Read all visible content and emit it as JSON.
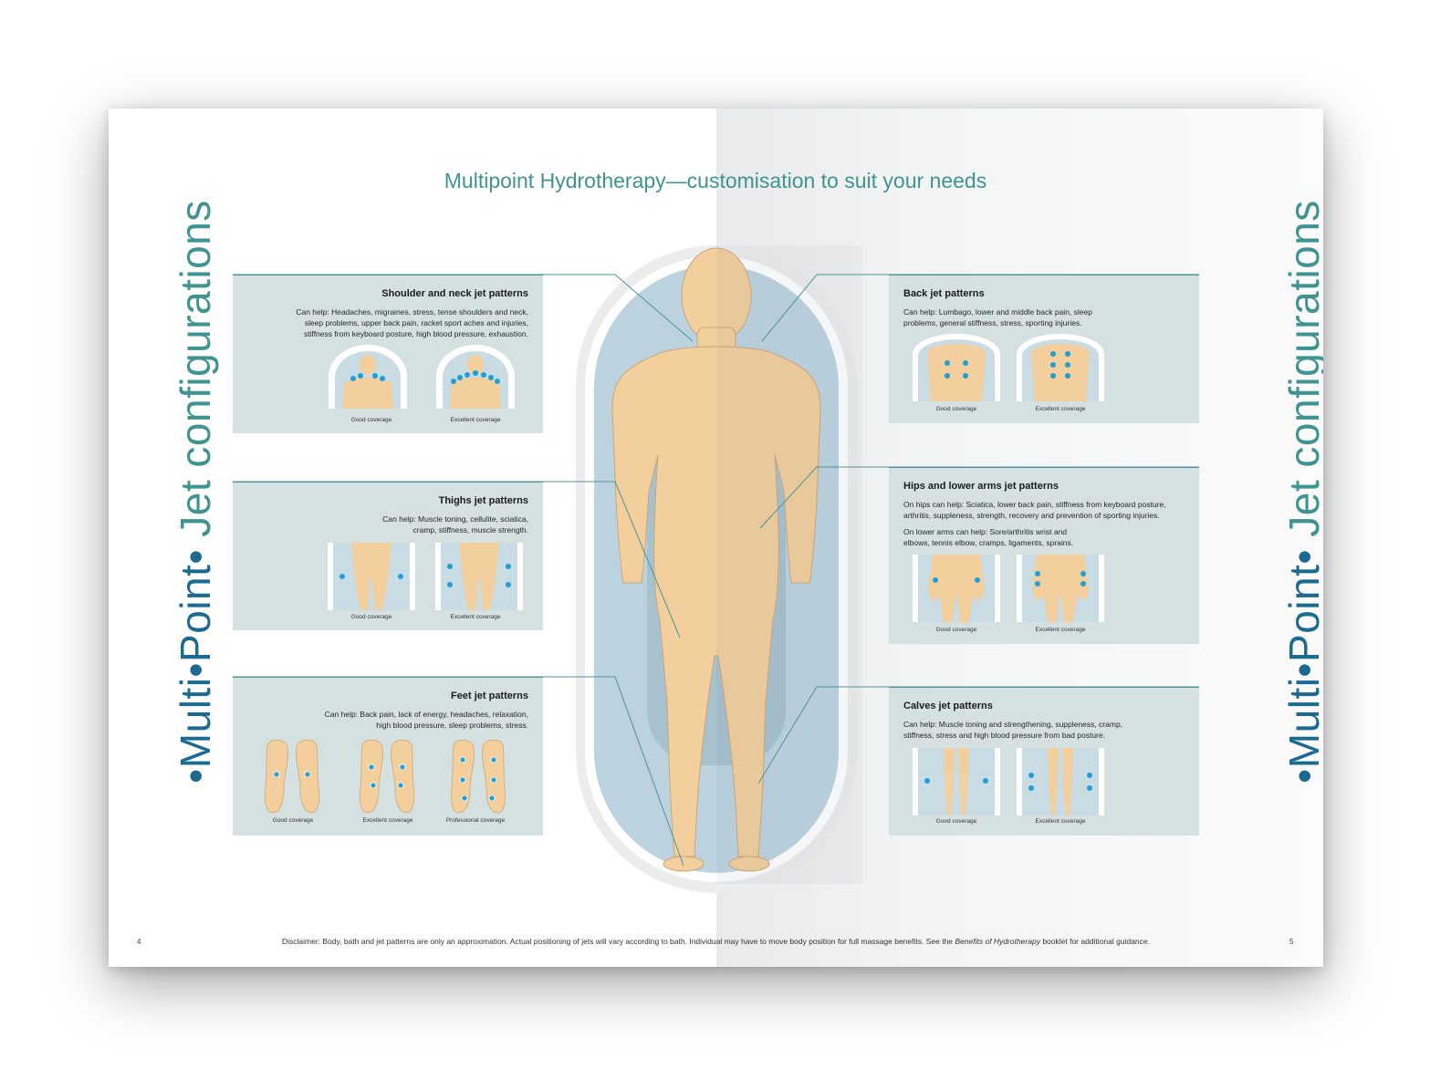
{
  "side_title": {
    "part1": "•Multi•Point•",
    "part2": " Jet configurations"
  },
  "headline": "Multipoint Hydrotherapy—customisation to suit your needs",
  "panels": {
    "shoulder": {
      "title": "Shoulder and neck jet patterns",
      "text": "Can help: Headaches, migraines, stress, tense shoulders and neck, sleep problems, upper back pain, racket sport aches and injuries, stiffness from keyboard posture, high blood pressure, exhaustion.",
      "captions": [
        "Good coverage",
        "Excellent coverage"
      ]
    },
    "thighs": {
      "title": "Thighs jet patterns",
      "text": "Can help: Muscle toning, cellulite, sciatica, cramp, stiffness, muscle strength.",
      "captions": [
        "Good coverage",
        "Excellent coverage"
      ]
    },
    "feet": {
      "title": "Feet jet patterns",
      "text": "Can help: Back pain, lack of energy, headaches, relaxation, high blood pressure, sleep problems, stress.",
      "captions": [
        "Good coverage",
        "Excellent coverage",
        "Professional coverage"
      ]
    },
    "back": {
      "title": "Back jet patterns",
      "text": "Can help: Lumbago, lower and middle back pain, sleep problems, general stiffness, stress, sporting injuries.",
      "captions": [
        "Good coverage",
        "Excellent coverage"
      ]
    },
    "hips": {
      "title": "Hips and lower arms jet patterns",
      "text1": "On hips can help: Sciatica, lower back pain, stiffness from keyboard posture, arthritis, suppleness, strength, recovery and prevention of sporting injuries.",
      "text2": "On lower arms can help: Sore/arthritis wrist and elbows, tennis elbow, cramps, ligaments, sprains.",
      "captions": [
        "Good coverage",
        "Excellent coverage"
      ]
    },
    "calves": {
      "title": "Calves jet patterns",
      "text": "Can help: Muscle toning and strengthening, suppleness, cramp, stiffness, stress and high blood pressure from bad posture.",
      "captions": [
        "Good coverage",
        "Excellent coverage"
      ]
    }
  },
  "footer": {
    "page_left": "4",
    "page_right": "5",
    "disclaimer_a": "Disclaimer: Body, bath and jet patterns are only an approximation. Actual positioning of jets will vary according to bath. Individual may have to move body position for full massage benefits. See the ",
    "disclaimer_em": "Benefits of Hydrotherapy",
    "disclaimer_b": " booklet for additional guidance."
  },
  "colors": {
    "teal_title": "#3f9391",
    "blue_title": "#1d6a90",
    "panel_bg": "#d5e1e1",
    "skin": "#f2cf9c",
    "jet": "#1e9fd8",
    "bath_water": "#bcd3df"
  }
}
